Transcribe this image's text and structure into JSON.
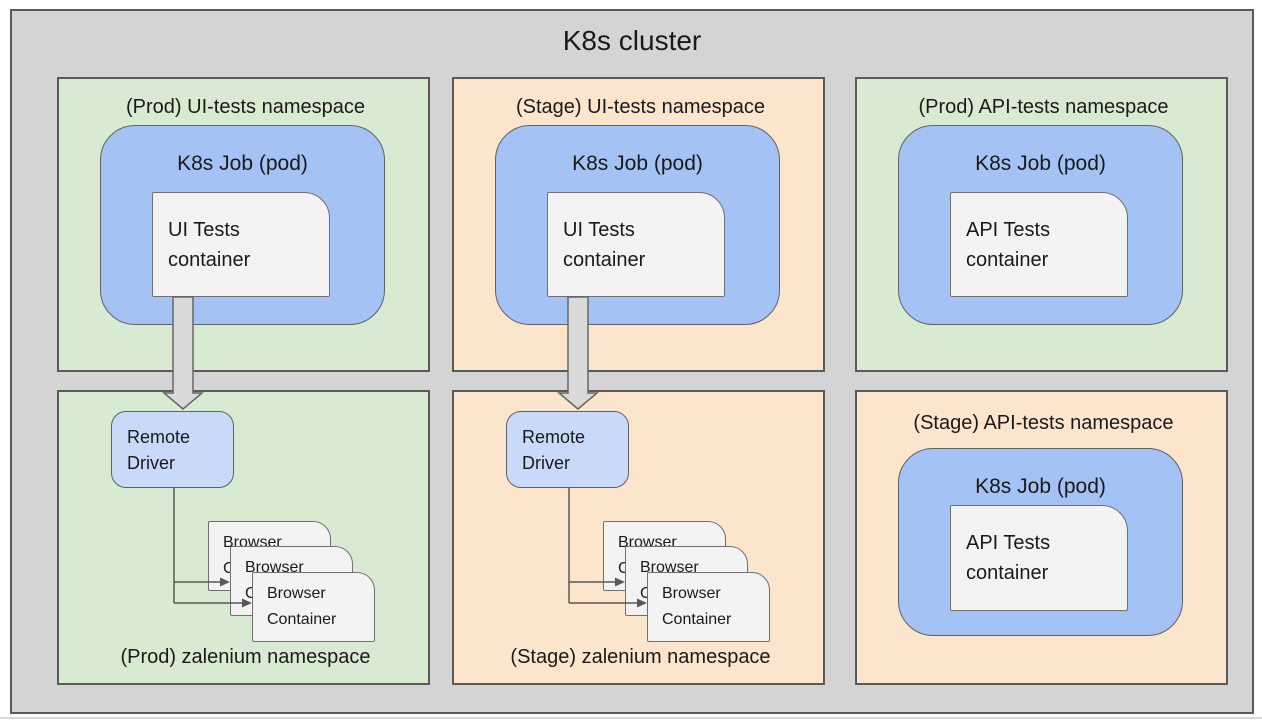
{
  "title": "K8s cluster",
  "ns": {
    "prodUi": {
      "label": "(Prod) UI-tests namespace",
      "pod": "K8s Job (pod)",
      "container": "UI Tests container"
    },
    "stageUi": {
      "label": "(Stage) UI-tests namespace",
      "pod": "K8s Job (pod)",
      "container": "UI Tests container"
    },
    "prodApi": {
      "label": "(Prod) API-tests namespace",
      "pod": "K8s Job (pod)",
      "container": "API Tests container"
    },
    "prodZal": {
      "label": "(Prod) zalenium namespace",
      "driver": "Remote Driver",
      "browsers": [
        "Browser Container",
        "Browser Container",
        "Browser Container"
      ]
    },
    "stageZal": {
      "label": "(Stage) zalenium namespace",
      "driver": "Remote Driver",
      "browsers": [
        "Browser Container",
        "Browser Container",
        "Browser Container"
      ]
    },
    "stageApi": {
      "label": "(Stage) API-tests namespace",
      "pod": "K8s Job (pod)",
      "container": "API Tests container"
    }
  },
  "colors": {
    "canvas_bg": "#d4d4d4",
    "namespace_green": "#d9ead3",
    "namespace_orange": "#fce5cd",
    "pod_blue": "#a4c2f4",
    "driver_blue": "#c9daf8",
    "container_gray": "#f3f3f3",
    "block_arrow_fill": "#dadada",
    "border_gray": "#5a5a5a",
    "connector_gray": "#595959",
    "text": "#1a1a1a"
  }
}
